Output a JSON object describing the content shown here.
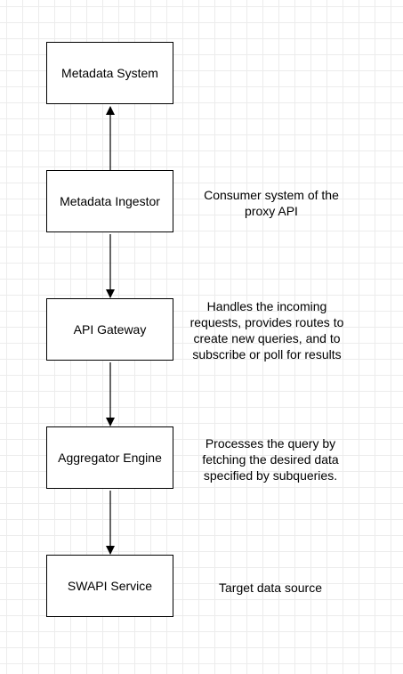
{
  "nodes": [
    {
      "label": "Metadata System"
    },
    {
      "label": "Metadata Ingestor"
    },
    {
      "label": "API Gateway"
    },
    {
      "label": "Aggregator Engine"
    },
    {
      "label": "SWAPI Service"
    }
  ],
  "notes": [
    {
      "text": "Consumer system of the proxy API"
    },
    {
      "text": "Handles the incoming requests, provides routes to create new queries, and to subscribe or poll for results"
    },
    {
      "text": "Processes the query by fetching the desired data specified by subqueries."
    },
    {
      "text": "Target data source"
    }
  ],
  "colors": {
    "stroke": "#000000",
    "grid": "#ececec",
    "background": "#ffffff"
  }
}
